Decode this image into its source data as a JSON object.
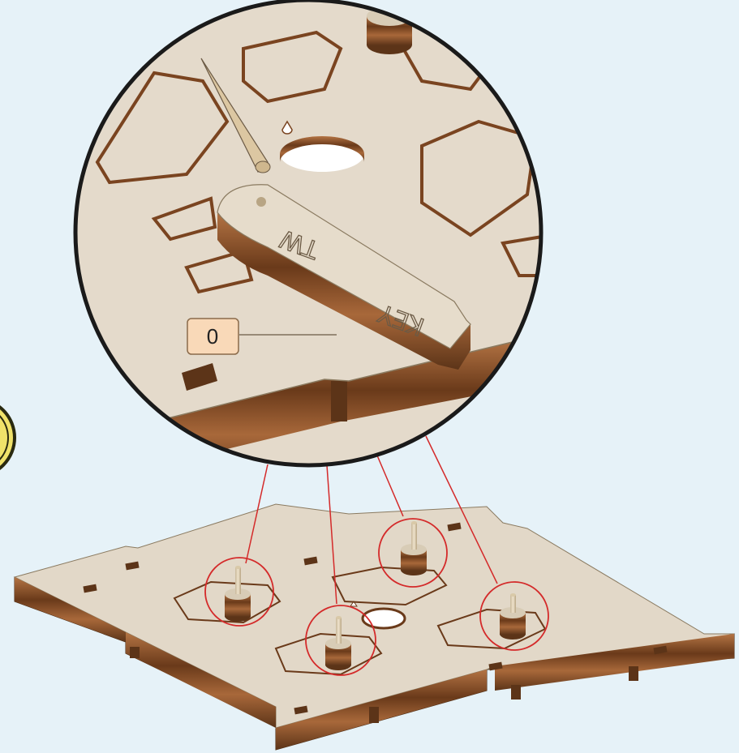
{
  "callout": {
    "label": "0"
  },
  "part": {
    "engraving_1": "TW",
    "engraving_2": "KEY"
  },
  "colors": {
    "background": "#e6f2f8",
    "wood_face": "#e2d8c8",
    "wood_edge_light": "#a8683a",
    "wood_edge_dark": "#5c3418",
    "leader_line": "#d42a2a",
    "callout_fill": "#f9d9b8"
  },
  "icons": [
    "toothpick-icon",
    "magnifier-circle",
    "partial-yellow-badge"
  ]
}
